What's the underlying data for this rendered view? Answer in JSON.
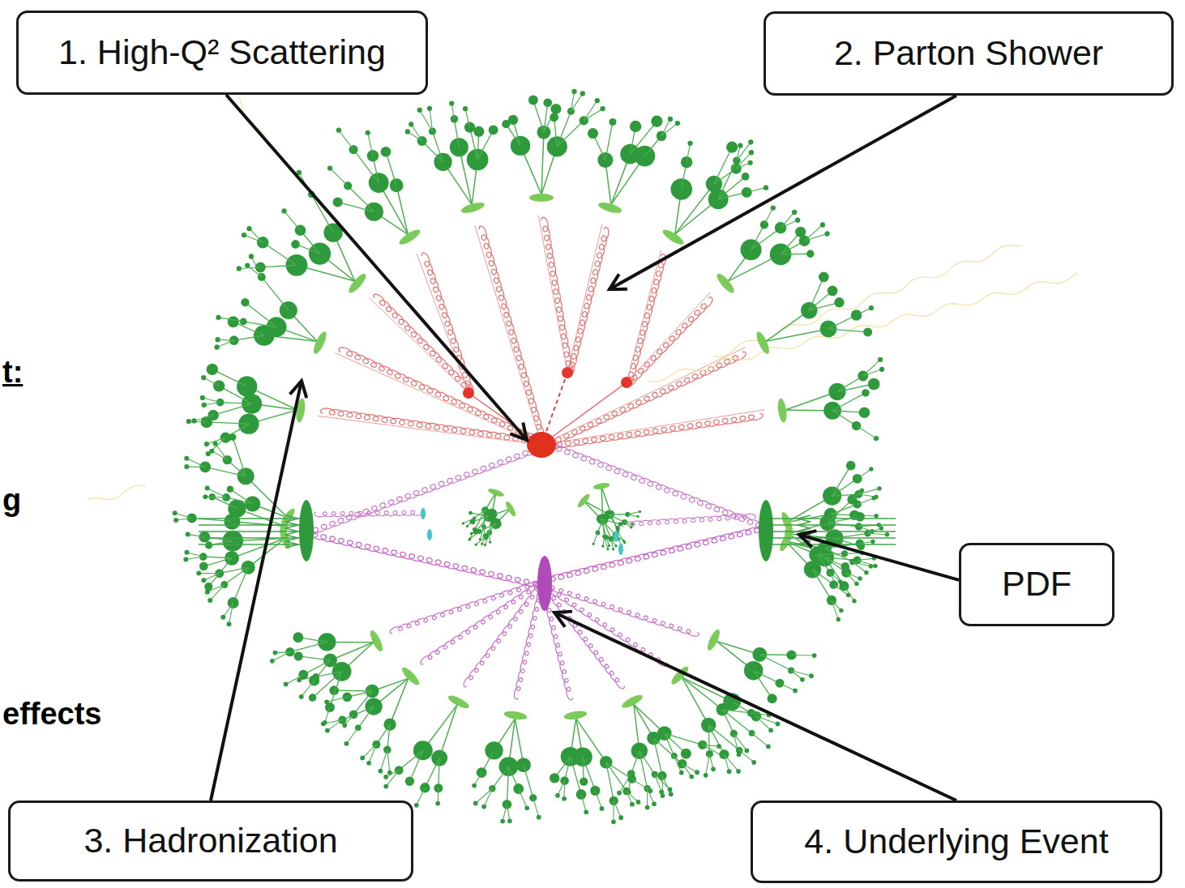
{
  "diagram": {
    "nodes": [
      {
        "text": [
          "1. High-Q² Scattering"
        ]
      },
      {
        "text": [
          "2. Parton Shower"
        ]
      },
      {
        "text": [
          "PDF"
        ]
      },
      {
        "text": [
          "3. Hadronization"
        ]
      },
      {
        "text": [
          "4. Underlying Event"
        ]
      }
    ],
    "labels": [
      "t:",
      "g",
      "effects"
    ]
  }
}
